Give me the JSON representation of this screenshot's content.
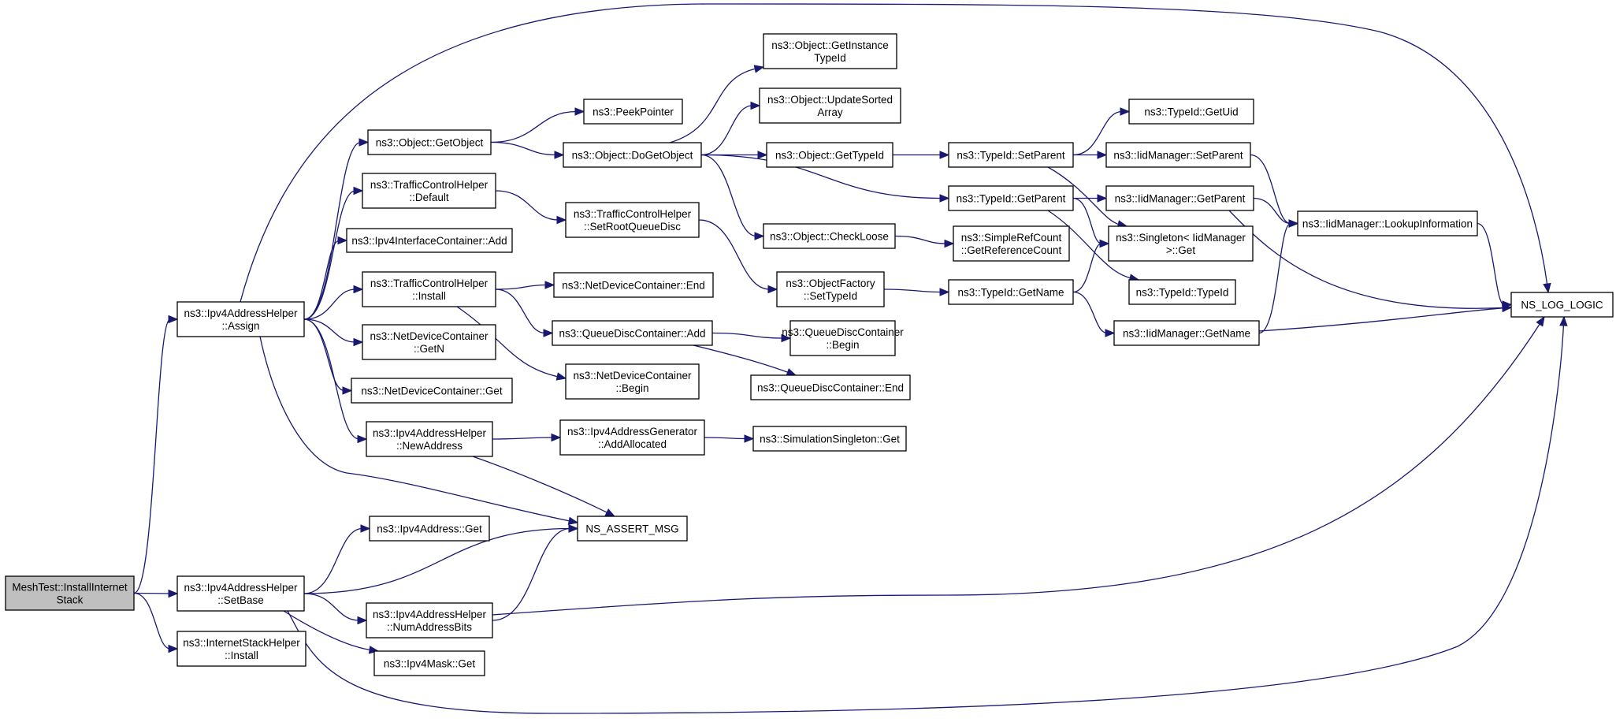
{
  "colors": {
    "edge": "#191970",
    "root_fill": "#bfbfbf",
    "node_fill": "#ffffff",
    "border": "#000000"
  },
  "nodes": [
    {
      "id": "root",
      "lines": [
        "MeshTest::InstallInternet",
        "Stack"
      ]
    },
    {
      "id": "assign",
      "lines": [
        "ns3::Ipv4AddressHelper",
        "::Assign"
      ]
    },
    {
      "id": "setbase",
      "lines": [
        "ns3::Ipv4AddressHelper",
        "::SetBase"
      ]
    },
    {
      "id": "ishinstall",
      "lines": [
        "ns3::InternetStackHelper",
        "::Install"
      ]
    },
    {
      "id": "getobject",
      "lines": [
        "ns3::Object::GetObject"
      ]
    },
    {
      "id": "tchdefault",
      "lines": [
        "ns3::TrafficControlHelper",
        "::Default"
      ]
    },
    {
      "id": "iicadd",
      "lines": [
        "ns3::Ipv4InterfaceContainer::Add"
      ]
    },
    {
      "id": "tchinstall",
      "lines": [
        "ns3::TrafficControlHelper",
        "::Install"
      ]
    },
    {
      "id": "ndcgetn",
      "lines": [
        "ns3::NetDeviceContainer",
        "::GetN"
      ]
    },
    {
      "id": "ndcget",
      "lines": [
        "ns3::NetDeviceContainer::Get"
      ]
    },
    {
      "id": "newaddress",
      "lines": [
        "ns3::Ipv4AddressHelper",
        "::NewAddress"
      ]
    },
    {
      "id": "ipv4addrget",
      "lines": [
        "ns3::Ipv4Address::Get"
      ]
    },
    {
      "id": "numaddrbits",
      "lines": [
        "ns3::Ipv4AddressHelper",
        "::NumAddressBits"
      ]
    },
    {
      "id": "maskget",
      "lines": [
        "ns3::Ipv4Mask::Get"
      ]
    },
    {
      "id": "peekpointer",
      "lines": [
        "ns3::PeekPointer"
      ]
    },
    {
      "id": "dogetobject",
      "lines": [
        "ns3::Object::DoGetObject"
      ]
    },
    {
      "id": "setrootqd",
      "lines": [
        "ns3::TrafficControlHelper",
        "::SetRootQueueDisc"
      ]
    },
    {
      "id": "ndcend",
      "lines": [
        "ns3::NetDeviceContainer::End"
      ]
    },
    {
      "id": "qdcadd",
      "lines": [
        "ns3::QueueDiscContainer::Add"
      ]
    },
    {
      "id": "ndcbegin",
      "lines": [
        "ns3::NetDeviceContainer",
        "::Begin"
      ]
    },
    {
      "id": "addallocated",
      "lines": [
        "ns3::Ipv4AddressGenerator",
        "::AddAllocated"
      ]
    },
    {
      "id": "assertmsg",
      "lines": [
        "NS_ASSERT_MSG"
      ]
    },
    {
      "id": "getinstancetid",
      "lines": [
        "ns3::Object::GetInstance",
        "TypeId"
      ]
    },
    {
      "id": "updatesorted",
      "lines": [
        "ns3::Object::UpdateSorted",
        "Array"
      ]
    },
    {
      "id": "objgettypeid",
      "lines": [
        "ns3::Object::GetTypeId"
      ]
    },
    {
      "id": "checkloose",
      "lines": [
        "ns3::Object::CheckLoose"
      ]
    },
    {
      "id": "ofsettypeid",
      "lines": [
        "ns3::ObjectFactory",
        "::SetTypeId"
      ]
    },
    {
      "id": "qdcbegin",
      "lines": [
        "ns3::QueueDiscContainer",
        "::Begin"
      ]
    },
    {
      "id": "qdcend",
      "lines": [
        "ns3::QueueDiscContainer::End"
      ]
    },
    {
      "id": "simsingleton",
      "lines": [
        "ns3::SimulationSingleton::Get"
      ]
    },
    {
      "id": "tidsetparent",
      "lines": [
        "ns3::TypeId::SetParent"
      ]
    },
    {
      "id": "tidgetparent",
      "lines": [
        "ns3::TypeId::GetParent"
      ]
    },
    {
      "id": "simplerefcount",
      "lines": [
        "ns3::SimpleRefCount",
        "::GetReferenceCount"
      ]
    },
    {
      "id": "tidgetname",
      "lines": [
        "ns3::TypeId::GetName"
      ]
    },
    {
      "id": "tidgetuid",
      "lines": [
        "ns3::TypeId::GetUid"
      ]
    },
    {
      "id": "imsetparent",
      "lines": [
        "ns3::IidManager::SetParent"
      ]
    },
    {
      "id": "imgetparent",
      "lines": [
        "ns3::IidManager::GetParent"
      ]
    },
    {
      "id": "singletonget",
      "lines": [
        "ns3::Singleton< IidManager",
        " >::Get"
      ]
    },
    {
      "id": "tidtypeid",
      "lines": [
        "ns3::TypeId::TypeId"
      ]
    },
    {
      "id": "imgetname",
      "lines": [
        "ns3::IidManager::GetName"
      ]
    },
    {
      "id": "imlookup",
      "lines": [
        "ns3::IidManager::LookupInformation"
      ]
    },
    {
      "id": "nslog",
      "lines": [
        "NS_LOG_LOGIC"
      ]
    }
  ],
  "edges": [
    [
      "root",
      "assign"
    ],
    [
      "root",
      "setbase"
    ],
    [
      "root",
      "ishinstall"
    ],
    [
      "assign",
      "getobject"
    ],
    [
      "assign",
      "tchdefault"
    ],
    [
      "assign",
      "iicadd"
    ],
    [
      "assign",
      "tchinstall"
    ],
    [
      "assign",
      "ndcgetn"
    ],
    [
      "assign",
      "ndcget"
    ],
    [
      "assign",
      "newaddress"
    ],
    [
      "assign",
      "assertmsg"
    ],
    [
      "assign",
      "nslog"
    ],
    [
      "setbase",
      "ipv4addrget"
    ],
    [
      "setbase",
      "assertmsg"
    ],
    [
      "setbase",
      "numaddrbits"
    ],
    [
      "setbase",
      "maskget"
    ],
    [
      "setbase",
      "nslog"
    ],
    [
      "getobject",
      "peekpointer"
    ],
    [
      "getobject",
      "dogetobject"
    ],
    [
      "dogetobject",
      "getinstancetid"
    ],
    [
      "dogetobject",
      "updatesorted"
    ],
    [
      "dogetobject",
      "objgettypeid"
    ],
    [
      "dogetobject",
      "tidgetparent"
    ],
    [
      "dogetobject",
      "checkloose"
    ],
    [
      "tchdefault",
      "setrootqd"
    ],
    [
      "setrootqd",
      "ofsettypeid"
    ],
    [
      "tchinstall",
      "ndcend"
    ],
    [
      "tchinstall",
      "qdcadd"
    ],
    [
      "tchinstall",
      "ndcbegin"
    ],
    [
      "qdcadd",
      "qdcbegin"
    ],
    [
      "qdcadd",
      "qdcend"
    ],
    [
      "newaddress",
      "addallocated"
    ],
    [
      "newaddress",
      "assertmsg"
    ],
    [
      "addallocated",
      "simsingleton"
    ],
    [
      "numaddrbits",
      "assertmsg"
    ],
    [
      "numaddrbits",
      "nslog"
    ],
    [
      "objgettypeid",
      "tidsetparent"
    ],
    [
      "tidsetparent",
      "tidgetuid"
    ],
    [
      "tidsetparent",
      "imsetparent"
    ],
    [
      "tidsetparent",
      "singletonget"
    ],
    [
      "tidgetparent",
      "imgetparent"
    ],
    [
      "tidgetparent",
      "singletonget"
    ],
    [
      "tidgetparent",
      "tidtypeid"
    ],
    [
      "checkloose",
      "simplerefcount"
    ],
    [
      "ofsettypeid",
      "tidgetname"
    ],
    [
      "tidgetname",
      "singletonget"
    ],
    [
      "tidgetname",
      "imgetname"
    ],
    [
      "imsetparent",
      "imlookup"
    ],
    [
      "imgetparent",
      "imlookup"
    ],
    [
      "imgetparent",
      "nslog"
    ],
    [
      "imgetname",
      "imlookup"
    ],
    [
      "imgetname",
      "nslog"
    ],
    [
      "imlookup",
      "nslog"
    ]
  ]
}
